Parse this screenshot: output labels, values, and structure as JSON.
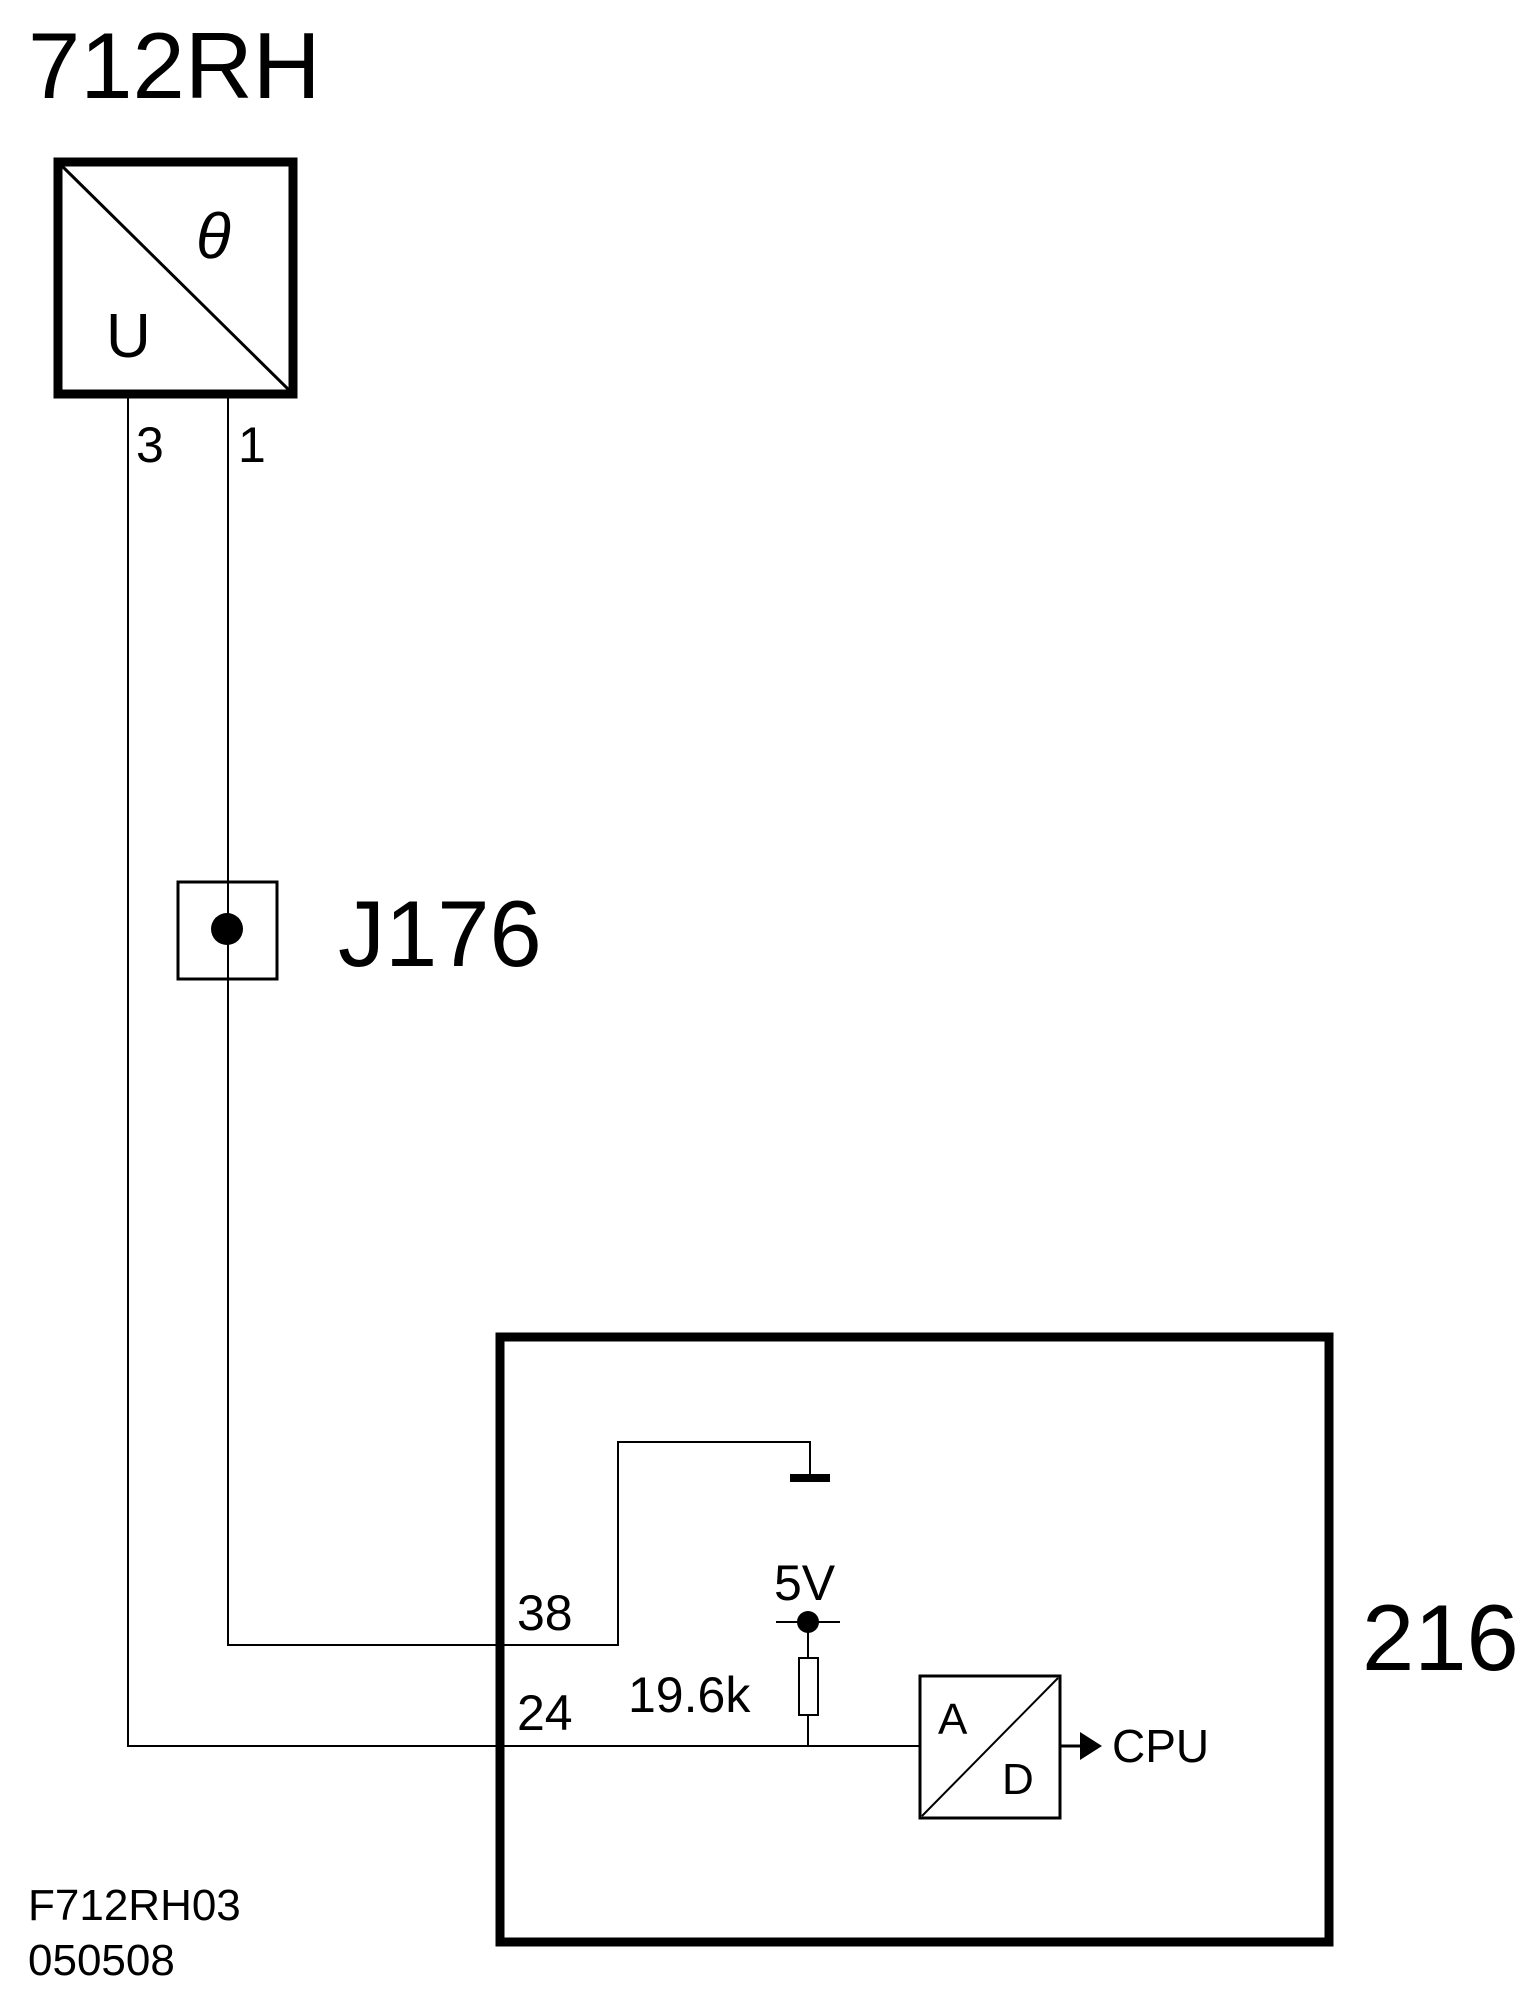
{
  "diagram": {
    "sensor": {
      "title": "712RH",
      "symbol_theta": "θ",
      "symbol_u": "U",
      "pin_3": "3",
      "pin_1": "1"
    },
    "junction": {
      "label": "J176"
    },
    "ecu": {
      "label": "216",
      "pin_38": "38",
      "pin_24": "24",
      "supply": "5V",
      "resistor": "19.6k",
      "adc_a": "A",
      "adc_d": "D",
      "cpu": "CPU"
    },
    "footer": {
      "code": "F712RH03",
      "date": "050508"
    },
    "colors": {
      "ink": "#000000",
      "background": "#ffffff"
    }
  }
}
